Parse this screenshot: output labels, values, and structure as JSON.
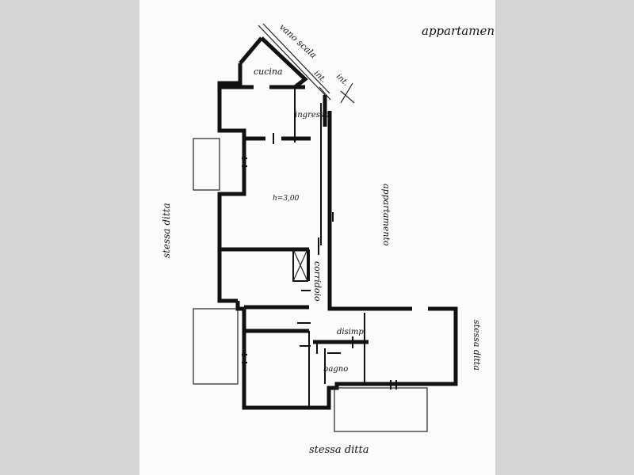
{
  "plan": {
    "top_right_label": "appartamento",
    "stair_label": "vano scala",
    "int_label_1": "int.",
    "int_label_2": "int.",
    "kitchen_label": "cucina",
    "entrance_label": "ingresso",
    "height_label": "h=3,00",
    "right_apartment_label": "appartamento",
    "corridor_label": "corridoio",
    "lobby_label": "disimp.",
    "bathroom_label": "bagno",
    "left_side_label": "stessa ditta",
    "right_side_label": "stessa ditta",
    "bottom_label": "stessa ditta"
  }
}
